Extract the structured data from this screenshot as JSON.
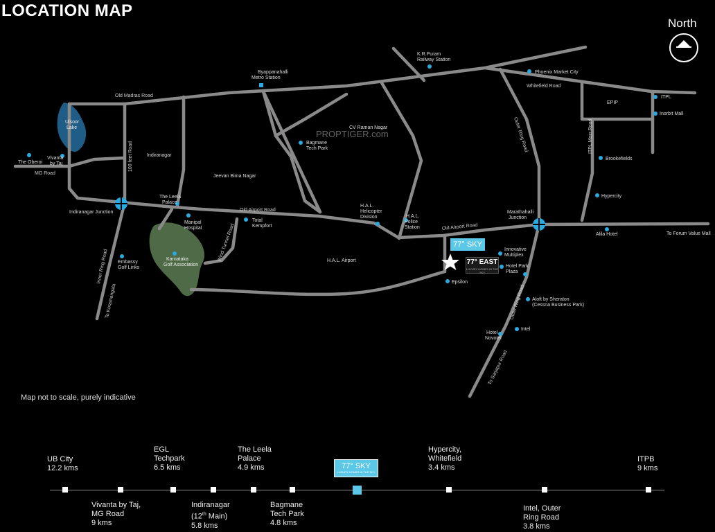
{
  "header": {
    "title": "LOCATION MAP",
    "north_label": "North"
  },
  "watermark": "PROPTIGER.com",
  "note": "Map not to scale, purely indicative",
  "project": {
    "sky_label": "77° SKY",
    "east_label": "77° EAST",
    "tagline": "LUXURY HOMES IN THE SKY"
  },
  "colors": {
    "road": "#8a8a8a",
    "lake": "#1f5d86",
    "golf": "#4e6a47",
    "poi": "#29abe2",
    "accent": "#5bc8e8"
  },
  "poi_labels": {
    "the_oberoi": "The Oberoi",
    "vivanta": [
      "Vivanta",
      "by Taj"
    ],
    "indiranagar": "Indiranagar",
    "jeevan_bima_nagar": "Jeevan Bima Nagar",
    "bagmane": [
      "Bagmane",
      "Tech Park"
    ],
    "cv_raman": "CV Raman Nagar",
    "byappanahalli": [
      "Byappanahalli",
      "Metro Station"
    ],
    "kr_puram": [
      "K.R.Puram",
      "Railway Station"
    ],
    "phoenix": "Phoenix Market City",
    "epip": "EPIP",
    "itpl": "ITPL",
    "inorbit": "Inorbit Mall",
    "brookefields": "Brookefields",
    "hypercity": "Hypercity",
    "alila": "Alila Hotel",
    "forum": "To Forum Value Mall",
    "marathahalli": [
      "Marathahalli",
      "Junction"
    ],
    "leela": [
      "The Leela",
      "Palace"
    ],
    "manipal": [
      "Manipal",
      "Hospital"
    ],
    "total": [
      "Total",
      "Kempfort"
    ],
    "hal_heli": [
      "H.A.L.",
      "Helicopter",
      "Division"
    ],
    "hal_police": [
      "H.A.L.",
      "Police",
      "Station"
    ],
    "hal_airport": "H.A.L. Airport",
    "innovative": [
      "Innovative",
      "Multiplex"
    ],
    "hotel_park": [
      "Hotel Park",
      "Plaza"
    ],
    "epsilon": "Epsilon",
    "aloft": [
      "Aloft by Sheraton",
      "(Cessna Business Park)"
    ],
    "intel": "Intel",
    "novotel": [
      "Hotel",
      "Novotel"
    ],
    "karnataka_golf": [
      "Karnataka",
      "Golf Association"
    ],
    "embassy": [
      "Embassy",
      "Golf Links"
    ],
    "indiranagar_jn": "Indiranagar Junction",
    "ulsoor": [
      "Ulsoor",
      "Lake"
    ]
  },
  "road_labels": {
    "old_madras": "Old Madras Road",
    "mg_road": "MG Road",
    "feet100": "100 feet Road",
    "old_airport1": "Old Airport Road",
    "old_airport2": "Old Airport Road",
    "whitefield": "Whitefield Road",
    "outer_ring1": "Outer Ring Road",
    "outer_ring2": "Outer Ring Road",
    "itpl_main": "ITPL Main Road",
    "inner_ring": "Inner Ring Road",
    "koramangala": "To Koramangala",
    "wind_tunnel": "Wind Tunnel Road",
    "sarjapur": "To Sarjapur Road"
  },
  "distances": {
    "ub_city": [
      "UB City",
      "12.2 kms"
    ],
    "vivanta": [
      "Vivanta by Taj,",
      "MG Road",
      "9 kms"
    ],
    "egl": [
      "EGL",
      "Techpark",
      "6.5 kms"
    ],
    "indiranagar": [
      "Indiranagar",
      "(12",
      "th",
      " Main)",
      "5.8 kms"
    ],
    "leela": [
      "The Leela",
      "Palace",
      "4.9 kms"
    ],
    "bagmane": [
      "Bagmane",
      "Tech Park",
      "4.8 kms"
    ],
    "hypercity": [
      "Hypercity,",
      "Whitefield",
      "3.4 kms"
    ],
    "intel": [
      "Intel, Outer",
      "Ring Road",
      "3.8 kms"
    ],
    "itpb": [
      "ITPB",
      "9 kms"
    ]
  }
}
